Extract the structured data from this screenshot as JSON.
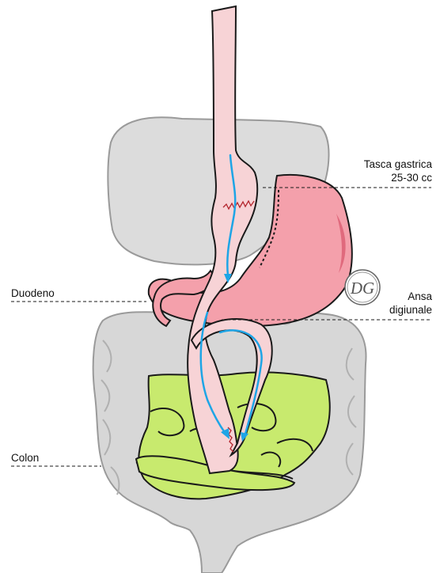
{
  "labels": {
    "tasca_gastrica": [
      "Tasca gastrica",
      "25-30 cc"
    ],
    "ansa_digiunale": [
      "Ansa",
      "digiunale"
    ],
    "duodeno": "Duodeno",
    "colon": "Colon"
  },
  "watermark": "DG",
  "colors": {
    "organ_pink": "#f4a0ab",
    "organ_pink_dark": "#e06a7d",
    "tube_pink": "#f7d3d6",
    "liver_grey": "#dcdcdc",
    "colon_grey": "#d7d7d7",
    "intestine_green": "#c8ea6e",
    "arrow_blue": "#1ea5e6",
    "staple_red": "#b3262e",
    "outline": "#1a1a1a"
  }
}
